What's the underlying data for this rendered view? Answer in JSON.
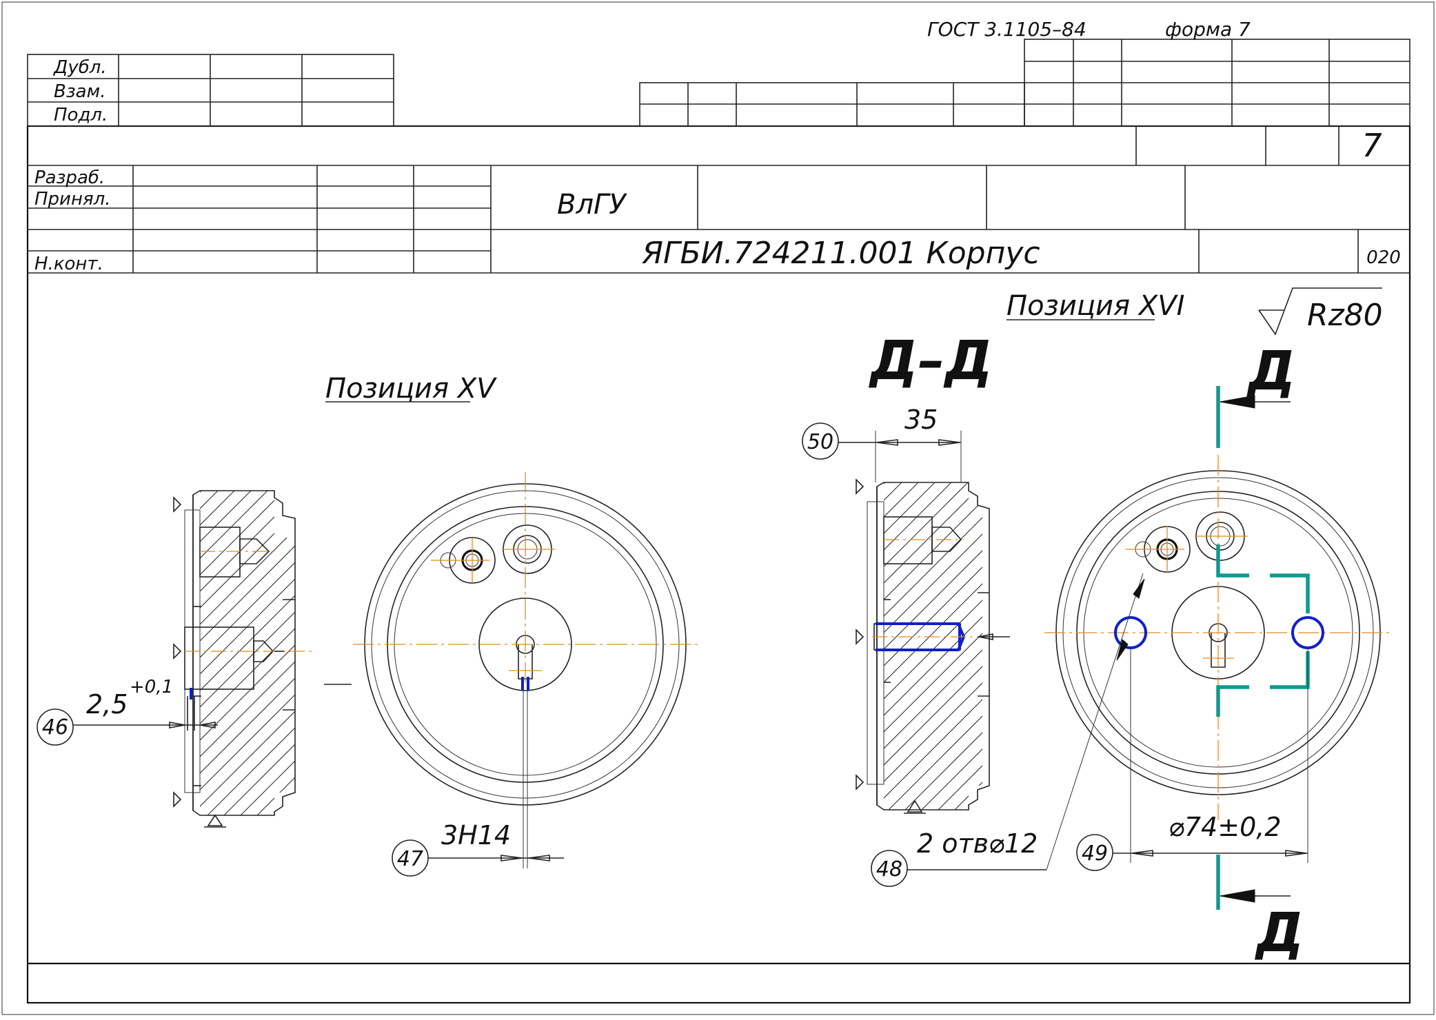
{
  "header": {
    "gost": "ГОСТ 3.1105–84",
    "form": "форма 7",
    "sheet_number": "7",
    "left_rows": [
      "Дубл.",
      "Взам.",
      "Подл."
    ]
  },
  "title_block": {
    "rows": [
      "Разраб.",
      "Принял.",
      "",
      "Н.конт."
    ],
    "organization": "ВлГУ",
    "document": "ЯГБИ.724211.001 Корпус",
    "operation": "020"
  },
  "drawing": {
    "pos_left_title": "Позиция XV",
    "pos_right_title": "Позиция XVI",
    "section_title": "Д–Д",
    "roughness": "Rz80",
    "cut_label_top": "Д",
    "cut_label_bottom": "Д",
    "dims": {
      "d46_value": "2,5",
      "d46_tol": "+0,1",
      "d47_value": "3H14",
      "d35_value": "35",
      "d48_value": "2 отв⌀12",
      "d49_value": "⌀74±0,2"
    },
    "bubbles": {
      "b46": "46",
      "b47": "47",
      "b50": "50",
      "b48": "48",
      "b49": "49"
    }
  },
  "colors": {
    "line": "#222222",
    "centerline": "#e08a1e",
    "machined_surface": "#1020c8",
    "cut_plane": "#0f9a8e"
  }
}
